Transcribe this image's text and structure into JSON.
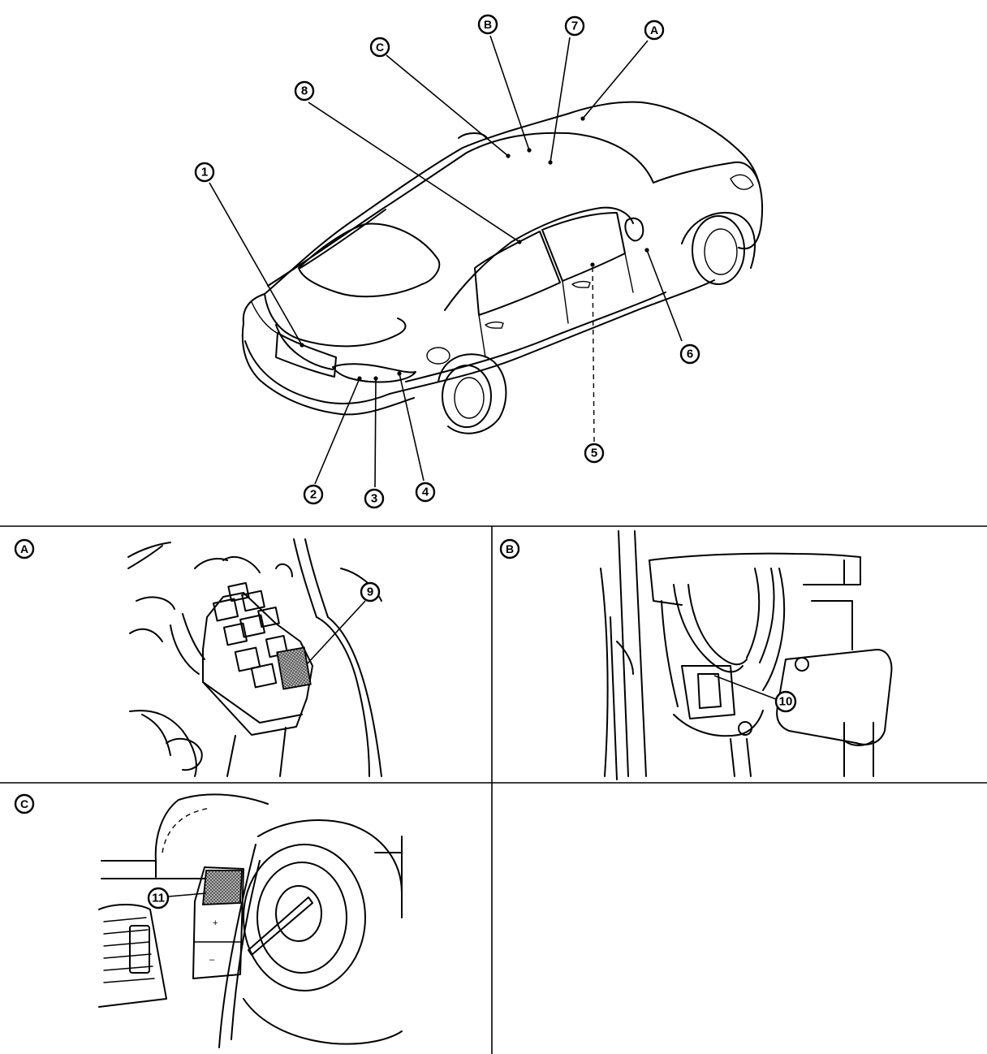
{
  "callouts": {
    "c1": "1",
    "c2": "2",
    "c3": "3",
    "c4": "4",
    "c5": "5",
    "c6": "6",
    "c7": "7",
    "c8": "8",
    "c9": "9",
    "c10": "10",
    "c11": "11"
  },
  "views": {
    "A": "A",
    "B": "B",
    "C": "C"
  },
  "switch_labels": {
    "plus": "+",
    "minus": "–"
  }
}
